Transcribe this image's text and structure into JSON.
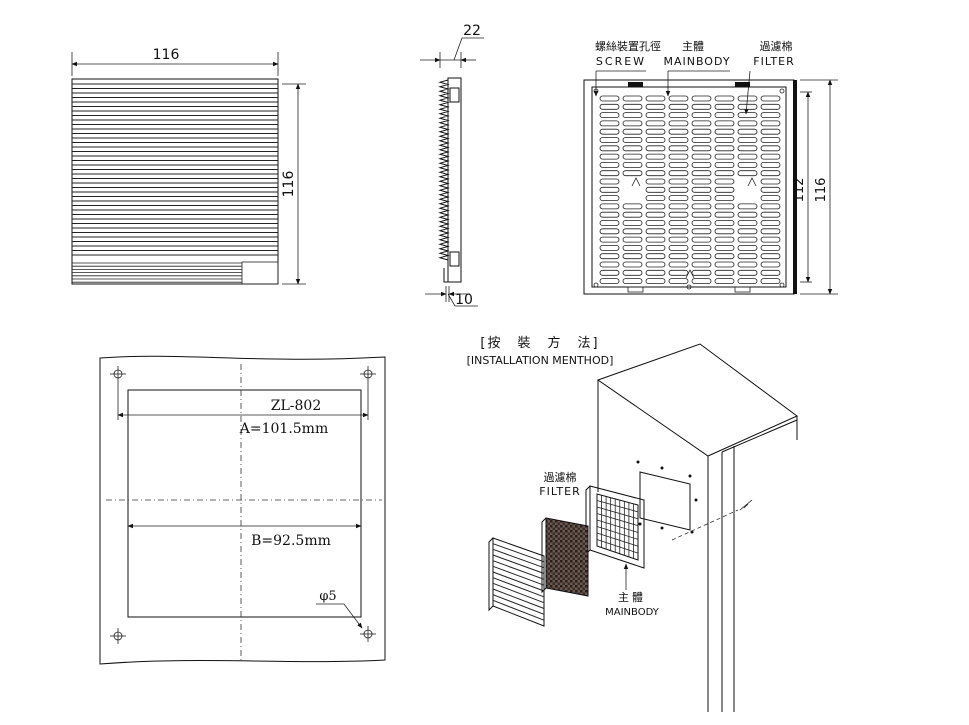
{
  "front_view": {
    "width_dim": "116",
    "height_dim": "116"
  },
  "side_view": {
    "depth_dim": "22",
    "lip_dim": "10"
  },
  "rear_view": {
    "screw_label_zh": "螺絲裝置孔徑",
    "screw_label_en": "SCREW",
    "mainbody_label_zh": "主體",
    "mainbody_label_en": "MAINBODY",
    "filter_label_zh": "過濾棉",
    "filter_label_en": "FILTER",
    "inner_dim": "112",
    "outer_dim": "116"
  },
  "cutout": {
    "model": "ZL-802",
    "a_dim": "A=101.5mm",
    "b_dim": "B=92.5mm",
    "hole_dim": "φ5"
  },
  "installation": {
    "title_zh": "[按　裝　方　法]",
    "title_en": "[INSTALLATION MENTHOD]",
    "filter_zh": "過濾棉",
    "filter_en": "FILTER",
    "mainbody_zh": "主體",
    "mainbody_en": "MAINBODY"
  }
}
